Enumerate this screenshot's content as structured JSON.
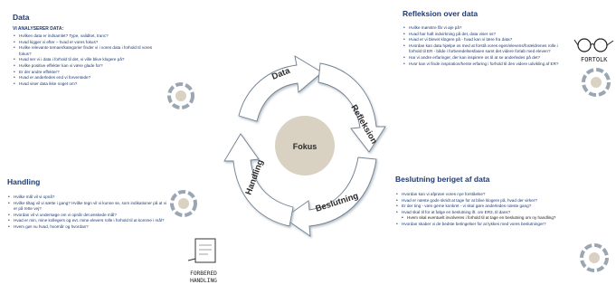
{
  "data_panel": {
    "title": "Data",
    "subtitle": "VI ANALYSERER DATA:",
    "items": [
      "Hvilken data er indsamlet? Type, validitet, tranc?",
      "Hvad kigger vi efter – hvad er vores fokus?",
      "Hvilke relevante temaer/kategorier finder vi i vores data i forhold til vores fokus?",
      "Hvad ser vi i data i forhold til det, vi ville blive klogere på?",
      "Hvilke positive effekter kan vi være glade for?",
      "Er der andre effekter?",
      "Hvad er anderledes end vi forventede?",
      "Hvad viser data ikke noget om?"
    ]
  },
  "refleksion_panel": {
    "title": "Refleksion over data",
    "items": [
      "Hvilke mønstre får vi øje på?",
      "Hvad har haft indvirkning på det, data viser os?",
      "Hvad er vi blevet klogere på - hvad kan vi lære fra data?",
      "Hvordan kan data hjælpe os med at forstå vores egen/elevens/forældrenes rolle i forhold til ER - både i forberedelsesfasen samt det videre forløb med eleven?",
      "Har vi andre erfaringer, der kan inspirere os til at se anderledes på det?",
      "Hvor kan vi finde inspiration/hente erfaring i forhold til den videre udvikling af ER?"
    ]
  },
  "handling_panel": {
    "title": "Handling",
    "items": [
      "Hvilke mål vil vi opnå?",
      "Hvilke tiltag vil vi sætte i gang? Hvilke tegn vil vi kunne se, som indikationer på at vi er på rette vej?",
      "Hvordan vil vi undersøge om vi opnår det ønskede mål?",
      "Hvad er min, mine kollegers og evt. mine elevers rolle i forhold til at komme i mål?",
      "Hvem gør nu hvad, hvornår og hvordan?"
    ]
  },
  "beslutning_panel": {
    "title": "Beslutning beriget af data",
    "items": [
      "Hvordan kan vi afprøve vores nye forståelse?",
      "Hvad er næste gode skridt at tage for at blive klogere på, hvad der virker?",
      "Er der ting - væn gerne konkret - vi skal gøre anderledes næste gang?",
      "Hvad skal til for at følge en beslutning ift. om ER3, til dans?",
      "Hvordan skaber vi de bedste betingelser for at lykkes med vores beslutninger?"
    ],
    "subitem": "Hvem skal eventuelt involveres i forhold til at tage en beslutning om ny handling?"
  },
  "cycle": {
    "center": "Fokus",
    "stages": [
      "Data",
      "Refleksion",
      "Beslutning",
      "Handling"
    ]
  },
  "sketches": {
    "glasses_text": "FORTOLK",
    "paper_text": "FORBERED\nHANDLING"
  },
  "colors": {
    "text": "#1f3b73",
    "arrow_fill": "#ffffff",
    "arrow_stroke": "#6f7f8f",
    "arrow_shadow": "#c9d3dc",
    "center_fill": "#d9d2c3"
  }
}
